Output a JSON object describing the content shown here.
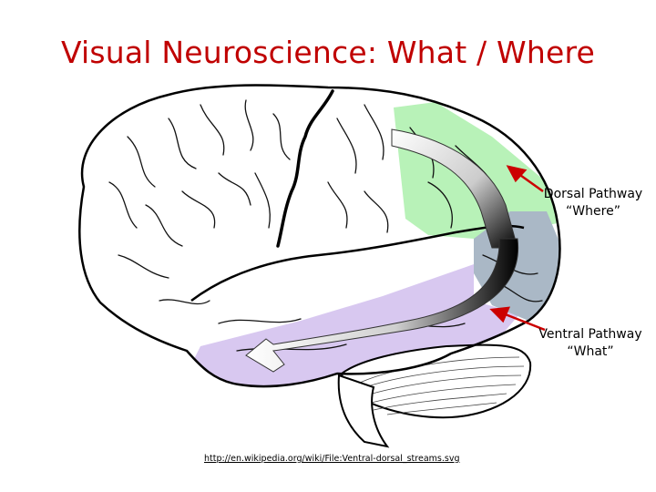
{
  "title": "Visual Neuroscience: What / Where",
  "dorsal": {
    "line1": "Dorsal Pathway",
    "line2": "“Where”"
  },
  "ventral": {
    "line1": "Ventral Pathway",
    "line2": "“What”"
  },
  "source_link": "http://en.wikipedia.org/wiki/File:Ventral-dorsal_streams.svg",
  "colors": {
    "title": "#c00000",
    "dorsal_region": "#b8f2b8",
    "ventral_region": "#d8c8f0",
    "occipital_region": "#aab8c6",
    "arrow": "#cc0000"
  }
}
